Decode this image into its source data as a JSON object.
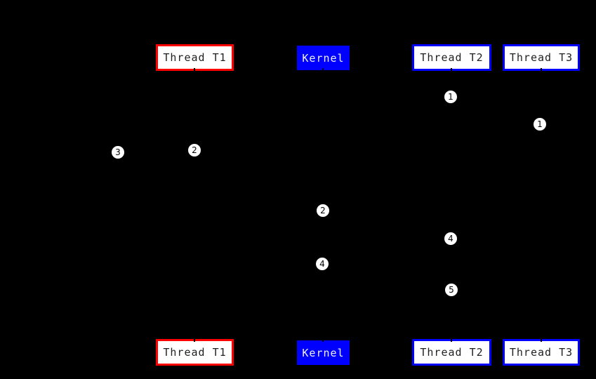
{
  "diagram": {
    "type": "sequence-diagram",
    "background_color": "#000000",
    "participants": {
      "t1": {
        "label": "Thread T1",
        "border_color": "#ff0000",
        "fill": "#ffffff",
        "text_color": "#1f1f1f"
      },
      "kernel": {
        "label": "Kernel",
        "border_color": "#0000ff",
        "fill": "#0000ff",
        "text_color": "#f0f0ff"
      },
      "t2": {
        "label": "Thread T2",
        "border_color": "#0000ff",
        "fill": "#ffffff",
        "text_color": "#1f1f1f"
      },
      "t3": {
        "label": "Thread T3",
        "border_color": "#0000ff",
        "fill": "#ffffff",
        "text_color": "#1f1f1f"
      }
    },
    "badge_style": {
      "fill": "#ffffff",
      "text_color": "#000000"
    },
    "badges": [
      {
        "label": "1"
      },
      {
        "label": "1"
      },
      {
        "label": "3"
      },
      {
        "label": "2"
      },
      {
        "label": "2"
      },
      {
        "label": "4"
      },
      {
        "label": "4"
      },
      {
        "label": "5"
      }
    ]
  }
}
